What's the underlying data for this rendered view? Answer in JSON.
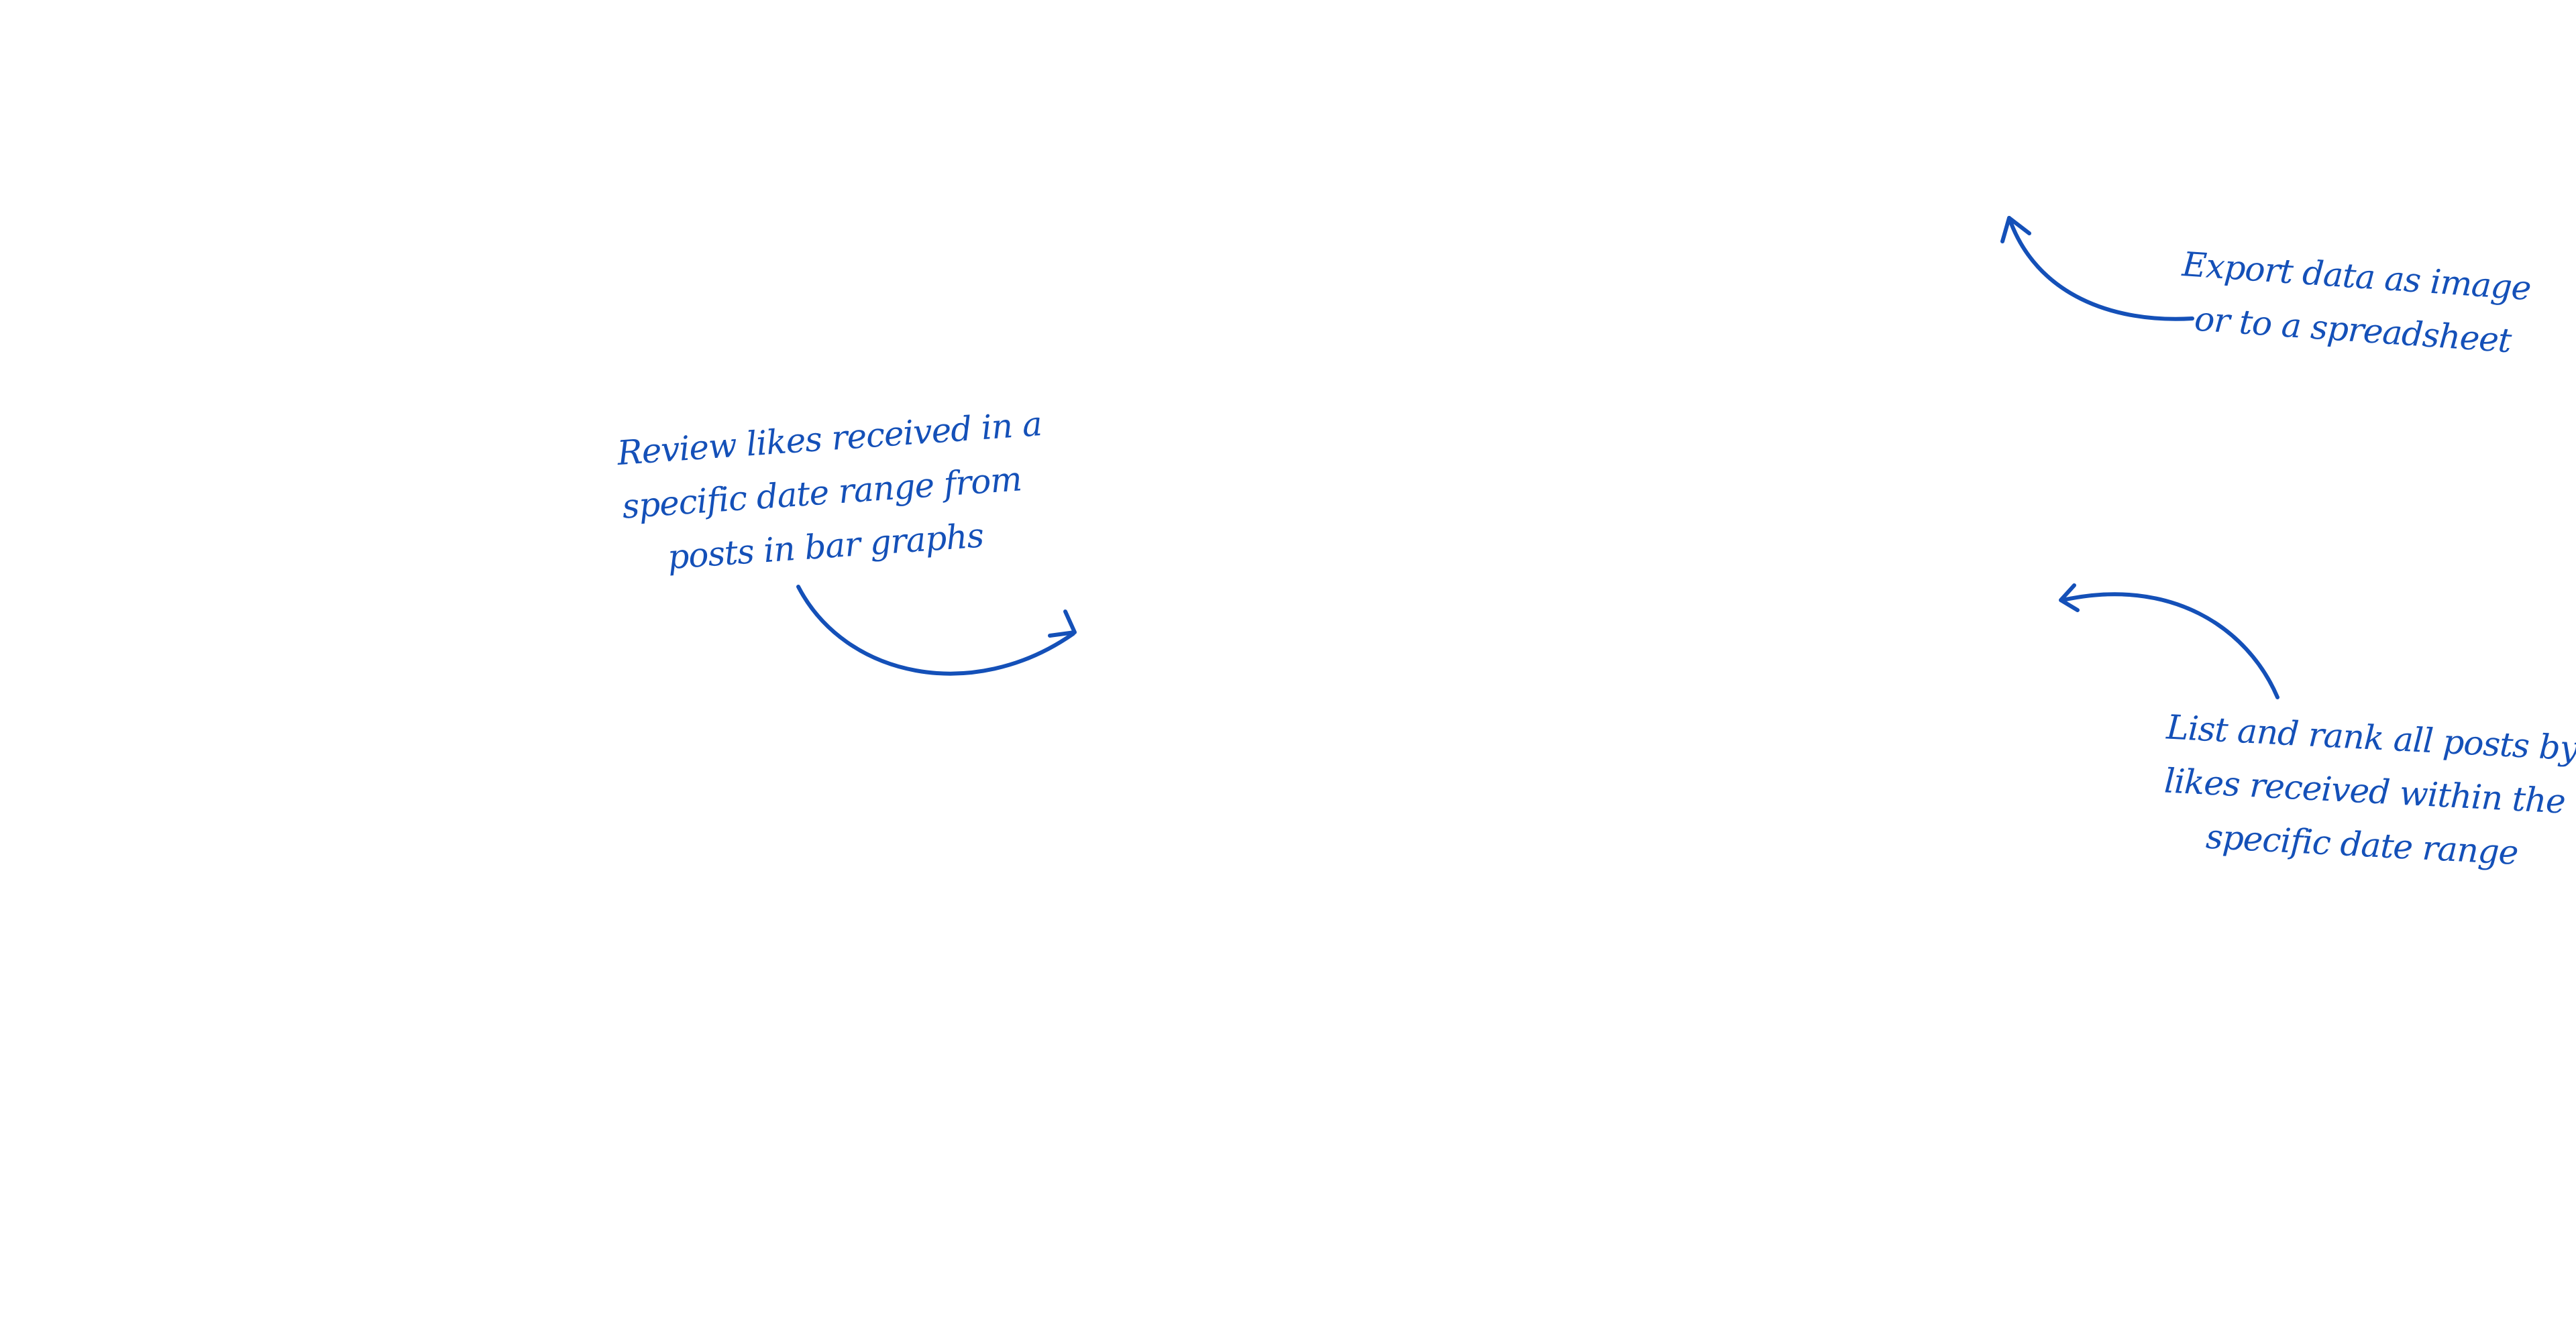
{
  "annotations": {
    "review": {
      "lines": [
        "Review likes received in a",
        "specific date range from",
        "posts in bar graphs"
      ]
    },
    "export": {
      "lines": [
        "Export  data as image",
        "or to a spreadsheet"
      ]
    },
    "list": {
      "lines": [
        "List and rank all posts by",
        "likes received within the",
        "specific date range"
      ]
    }
  },
  "colors": {
    "ink": "#1450b8",
    "background": "#ffffff"
  },
  "icons": {
    "review_arrow": "curved-arrow-right-icon",
    "export_arrow": "curved-arrow-up-left-icon",
    "list_arrow": "curved-arrow-left-icon"
  }
}
